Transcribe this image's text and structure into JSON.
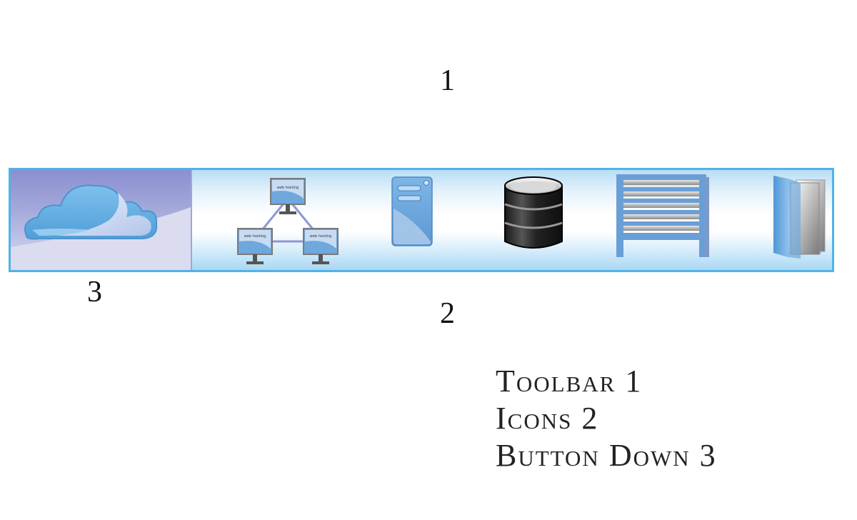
{
  "callouts": {
    "toolbar_number": "1",
    "icons_number": "2",
    "button_down_number": "3"
  },
  "toolbar": {
    "pressed_button": "cloud-icon",
    "icons": [
      "network-icon",
      "server-icon",
      "database-icon",
      "rack-icon",
      "folder-icon"
    ],
    "colors": {
      "border": "#4fb3e8",
      "pressed_fill": "#a4a9da",
      "icon_blue": "#6fa8dc"
    }
  },
  "network_icon": {
    "screen_text": "web hosting"
  },
  "legend": {
    "line1": "Toolbar 1",
    "line2": "Icons 2",
    "line3": "Button Down 3"
  }
}
